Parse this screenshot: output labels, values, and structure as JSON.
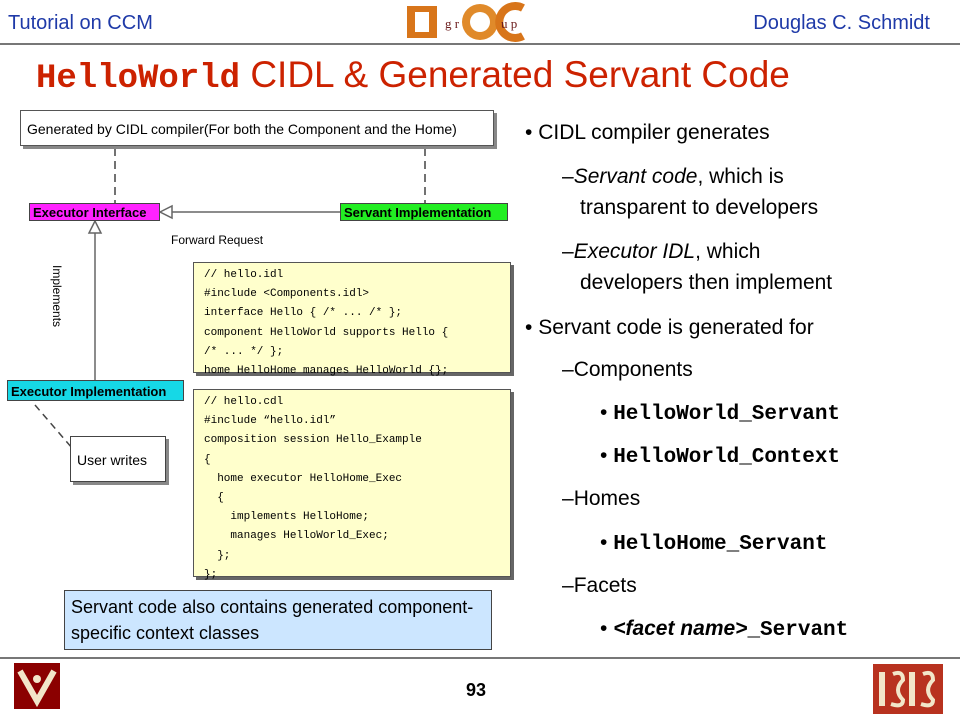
{
  "header": {
    "left": "Tutorial on CCM",
    "right": "Douglas C. Schmidt"
  },
  "title": {
    "code_part": "HelloWorld",
    "text_part": " CIDL & Generated Servant Code"
  },
  "diagram": {
    "generated_note": "Generated by CIDL compiler(For both the Component and the Home)",
    "executor_interface": "Executor Interface",
    "servant_implementation": "Servant Implementation",
    "forward_request": "Forward Request",
    "implements": "Implements",
    "executor_implementation": "Executor Implementation",
    "user_writes": "User writes",
    "idl_code": [
      "// hello.idl",
      "#include <Components.idl>",
      "interface Hello { /* ... /* };",
      "component HelloWorld supports Hello {",
      "/* ... */ };",
      "home HelloHome manages HelloWorld {};"
    ],
    "cdl_code": [
      "// hello.cdl",
      "#include “hello.idl”",
      "composition session Hello_Example",
      "{",
      "  home executor HelloHome_Exec",
      "  {",
      "    implements HelloHome;",
      "    manages HelloWorld_Exec;",
      "  };",
      "};"
    ],
    "callout": "Servant code also contains generated component-specific context classes"
  },
  "bullets": {
    "b1": "CIDL compiler generates",
    "b1a_italic": "Servant code",
    "b1a_rest": ", which is",
    "b1a_line2": "transparent to developers",
    "b1b_italic": "Executor IDL",
    "b1b_rest": ", which",
    "b1b_line2": "developers then implement",
    "b2": "Servant code is generated for",
    "components": "Components",
    "comp1": "HelloWorld_Servant",
    "comp2": "HelloWorld_Context",
    "homes": "Homes",
    "home1": "HelloHome_Servant",
    "facets": "Facets",
    "facet_italic": "<facet name>",
    "facet_mono": "_Servant"
  },
  "footer": {
    "page": "93"
  },
  "colors": {
    "blue": "#1f3aa8",
    "title_red": "#cc2200",
    "magenta": "#ff22ff",
    "green": "#22ee22",
    "cyan": "#16d8e6",
    "code_bg": "#ffffcc",
    "callout_bg": "#cce6ff"
  }
}
